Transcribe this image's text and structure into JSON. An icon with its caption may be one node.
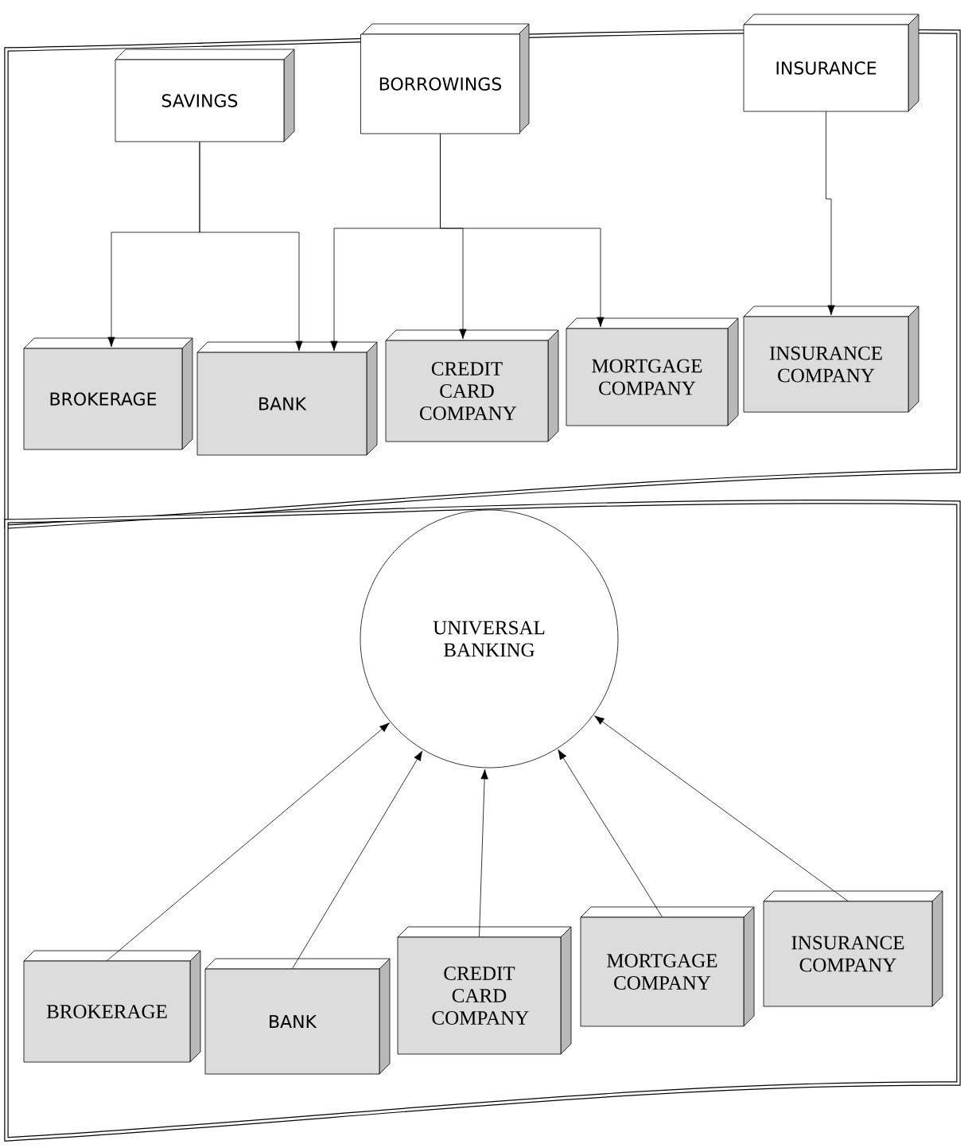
{
  "diagram": {
    "nodes": [
      {
        "text": [
          "SAVINGS"
        ]
      },
      {
        "text": [
          "BORROWINGS"
        ]
      },
      {
        "text": [
          "INSURANCE"
        ]
      },
      {
        "text": [
          "BROKERAGE"
        ]
      },
      {
        "text": [
          "BANK"
        ]
      },
      {
        "text": [
          "CREDIT CARD COMPANY"
        ]
      },
      {
        "text": [
          "MORTGAGE COMPANY"
        ]
      },
      {
        "text": [
          "INSURANCE COMPANY"
        ]
      },
      {
        "text": [
          "UNIVERSAL BANKING"
        ]
      },
      {
        "text": [
          "BROKERAGE"
        ]
      },
      {
        "text": [
          "BANK"
        ]
      },
      {
        "text": [
          "CREDIT CARD COMPANY"
        ]
      },
      {
        "text": [
          "MORTGAGE COMPANY"
        ]
      },
      {
        "text": [
          "INSURANCE COMPANY"
        ]
      }
    ],
    "edges": [
      {
        "from": 0,
        "to": 3,
        "arrow": "to"
      },
      {
        "from": 0,
        "to": 4,
        "arrow": "to"
      },
      {
        "from": 1,
        "to": 4,
        "arrow": "to"
      },
      {
        "from": 1,
        "to": 5,
        "arrow": "to"
      },
      {
        "from": 1,
        "to": 6,
        "arrow": "to"
      },
      {
        "from": 2,
        "to": 7,
        "arrow": "to"
      },
      {
        "from": 9,
        "to": 8,
        "arrow": "to"
      },
      {
        "from": 10,
        "to": 8,
        "arrow": "to"
      },
      {
        "from": 11,
        "to": 8,
        "arrow": "to"
      },
      {
        "from": 12,
        "to": 8,
        "arrow": "to"
      },
      {
        "from": 13,
        "to": 8,
        "arrow": "to"
      }
    ]
  }
}
